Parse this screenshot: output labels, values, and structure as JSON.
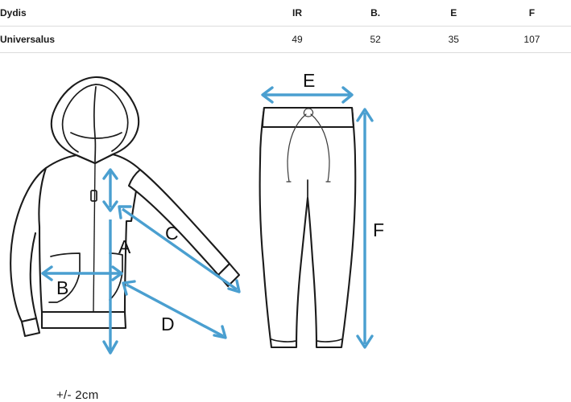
{
  "table": {
    "columns": [
      "Dydis",
      "IR",
      "B.",
      "E",
      "F"
    ],
    "rows": [
      {
        "name": "Universalus",
        "values": [
          "49",
          "52",
          "35",
          "107"
        ]
      }
    ]
  },
  "diagrams": {
    "hoodie": {
      "name": "hoodie-diagram",
      "measure_labels": [
        "A",
        "B",
        "C",
        "D"
      ],
      "tolerance_note": "+/- 2cm"
    },
    "pants": {
      "name": "pants-diagram",
      "measure_labels": [
        "E",
        "F"
      ]
    }
  },
  "colors": {
    "arrow": "#4a9fd0",
    "outline": "#1b1b1b",
    "rule": "#dcdcdc",
    "text": "#1a1a1a"
  }
}
